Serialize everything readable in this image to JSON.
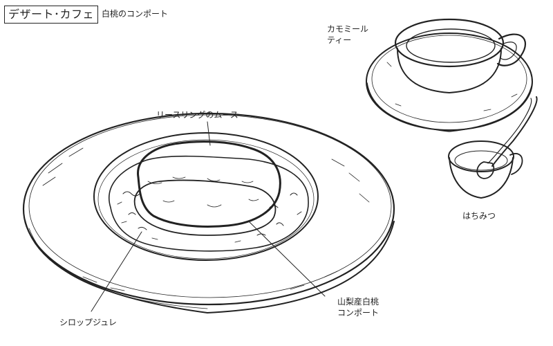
{
  "header": {
    "title": "デザート･カフェ",
    "subtitle": "白桃のコンポート"
  },
  "labels": {
    "chamomile_line1": "カモミール",
    "chamomile_line2": "ティー",
    "mousse": "リースリングのムース",
    "honey": "はちみつ",
    "peach_line1": "山梨産白桃",
    "peach_line2": "コンポート",
    "syrup_jelly": "シロップジュレ"
  },
  "style": {
    "ink_color": "#222222",
    "background": "#ffffff"
  }
}
